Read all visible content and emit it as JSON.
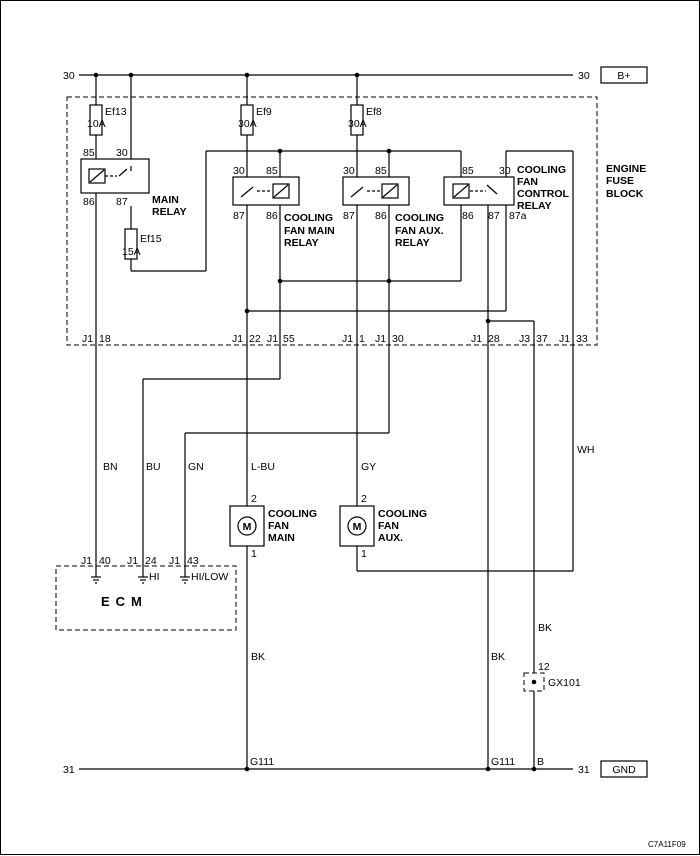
{
  "rails": {
    "power": {
      "left": "30",
      "right": "30",
      "label": "B+"
    },
    "ground": {
      "left": "31",
      "right": "31",
      "label": "GND"
    }
  },
  "fuse_block": {
    "title_lines": [
      "ENGINE",
      "FUSE",
      "BLOCK"
    ]
  },
  "fuses": [
    {
      "name": "Ef13",
      "rating": "10A"
    },
    {
      "name": "Ef9",
      "rating": "30A"
    },
    {
      "name": "Ef8",
      "rating": "30A"
    },
    {
      "name": "Ef15",
      "rating": "15A"
    }
  ],
  "relays": {
    "main": {
      "lines": [
        "MAIN",
        "RELAY"
      ],
      "pins": [
        "85",
        "30",
        "86",
        "87"
      ]
    },
    "fan_main": {
      "lines": [
        "COOLING",
        "FAN MAIN",
        "RELAY"
      ],
      "pins": [
        "30",
        "85",
        "87",
        "86"
      ]
    },
    "fan_aux": {
      "lines": [
        "COOLING",
        "FAN AUX.",
        "RELAY"
      ],
      "pins": [
        "30",
        "85",
        "87",
        "86"
      ]
    },
    "fan_control": {
      "lines": [
        "COOLING",
        "FAN",
        "CONTROL",
        "RELAY"
      ],
      "pins": [
        "85",
        "30",
        "86",
        "87",
        "87a"
      ]
    }
  },
  "connectors": [
    {
      "conn": "J1",
      "pin": "18"
    },
    {
      "conn": "J1",
      "pin": "22"
    },
    {
      "conn": "J1",
      "pin": "55"
    },
    {
      "conn": "J1",
      "pin": "1"
    },
    {
      "conn": "J1",
      "pin": "30"
    },
    {
      "conn": "J1",
      "pin": "28"
    },
    {
      "conn": "J3",
      "pin": "37"
    },
    {
      "conn": "J1",
      "pin": "33"
    }
  ],
  "wires": [
    "BN",
    "BU",
    "GN",
    "L-BU",
    "GY",
    "WH",
    "BK",
    "BK",
    "BK"
  ],
  "motors": {
    "main": {
      "symbol": "M",
      "pin_top": "2",
      "pin_bottom": "1",
      "lines": [
        "COOLING",
        "FAN",
        "MAIN"
      ]
    },
    "aux": {
      "symbol": "M",
      "pin_top": "2",
      "pin_bottom": "1",
      "lines": [
        "COOLING",
        "FAN",
        "AUX."
      ]
    }
  },
  "ecm": {
    "title": "ECM",
    "pins": [
      {
        "conn": "J1",
        "pin": "40",
        "label": ""
      },
      {
        "conn": "J1",
        "pin": "24",
        "label": "HI"
      },
      {
        "conn": "J1",
        "pin": "43",
        "label": "HI/LOW"
      }
    ]
  },
  "ground_splice": {
    "pin": "12",
    "name": "GX101"
  },
  "grounds": [
    "G111",
    "G111",
    "B"
  ],
  "figure_id": "C7A11F09"
}
